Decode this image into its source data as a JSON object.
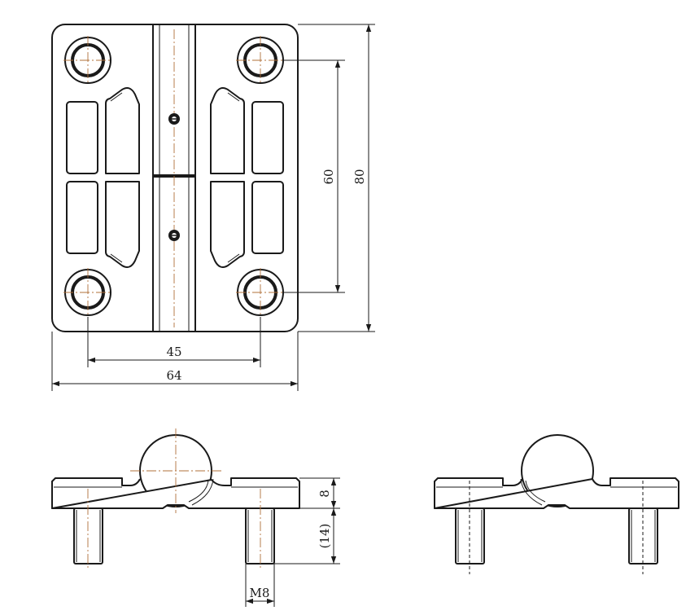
{
  "dimensions": {
    "hole_spacing_horizontal": "45",
    "overall_width": "64",
    "hole_spacing_vertical": "60",
    "overall_height": "80",
    "plate_thickness": "8",
    "stud_length": "(14)",
    "thread_size": "M8"
  },
  "colors": {
    "outline": "#1a1a1a",
    "center_line": "#b0703a"
  }
}
